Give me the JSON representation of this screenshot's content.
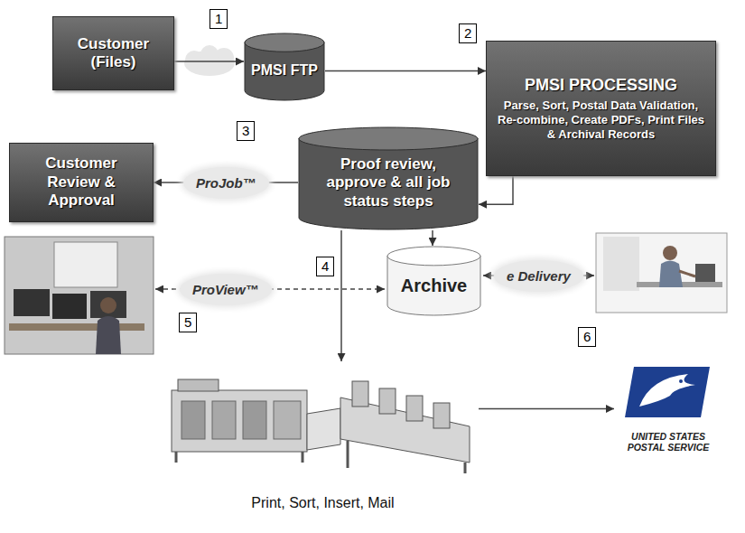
{
  "diagram": {
    "nodes": [
      {
        "text": [
          "Customer (Files)"
        ]
      },
      {
        "text": [
          "PMSI FTP"
        ]
      },
      {
        "text": [
          "PMSI PROCESSING",
          "Parse, Sort, Postal Data Validation, Re-combine, Create PDFs, Print Files & Archival Records"
        ]
      },
      {
        "text": [
          "Proof review, approve & all job status steps"
        ]
      },
      {
        "text": [
          "Customer Review & Approval"
        ]
      },
      {
        "text": [
          "Archive"
        ]
      },
      {
        "text": [
          "Print, Sort, Insert, Mail"
        ]
      },
      {
        "text": [
          "UNITED STATES POSTAL SERVICE"
        ]
      }
    ],
    "edges": [
      {
        "from": 0,
        "to": 1,
        "arrow": "to"
      },
      {
        "from": 1,
        "to": 2,
        "arrow": "to"
      },
      {
        "from": 2,
        "to": 3,
        "arrow": "to"
      },
      {
        "from": 3,
        "to": 4,
        "label": "ProJob™",
        "arrow": "to"
      },
      {
        "from": 3,
        "to": 5,
        "arrow": "to"
      },
      {
        "from": 3,
        "to": 6,
        "arrow": "to"
      },
      {
        "from": 6,
        "to": 7,
        "arrow": "to"
      }
    ],
    "labels": [
      "1",
      "2",
      "3",
      "4",
      "5",
      "6",
      "ProView™",
      "e Delivery"
    ]
  }
}
